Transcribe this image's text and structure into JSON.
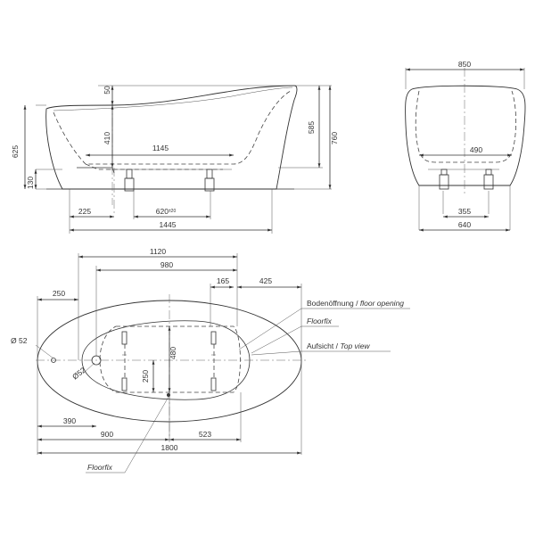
{
  "side_view": {
    "dims": {
      "d50": "50",
      "d625": "625",
      "d410": "410",
      "d585": "585",
      "d760": "760",
      "d1145": "1145",
      "d130": "130",
      "d225": "225",
      "d620": "620",
      "d620_tol": "±20",
      "d1445": "1445"
    }
  },
  "front_view": {
    "dims": {
      "d850": "850",
      "d490": "490",
      "d355": "355",
      "d640": "640"
    }
  },
  "top_view": {
    "dims": {
      "d1120": "1120",
      "d980": "980",
      "d250": "250",
      "d165": "165",
      "d425": "425",
      "d_diam52": "Ø 52",
      "d_diam52_inner": "Ø52",
      "d480": "480",
      "d250v": "250",
      "d390": "390",
      "d900": "900",
      "d523": "523",
      "d1800": "1800"
    },
    "labels": {
      "floor_opening_de": "Bodenöffnung / ",
      "floor_opening_en": "floor opening",
      "floorfix_right": "Floorfix",
      "top_view_de": "Aufsicht / ",
      "top_view_en": "Top view",
      "floorfix_left": "Floorfix"
    }
  }
}
